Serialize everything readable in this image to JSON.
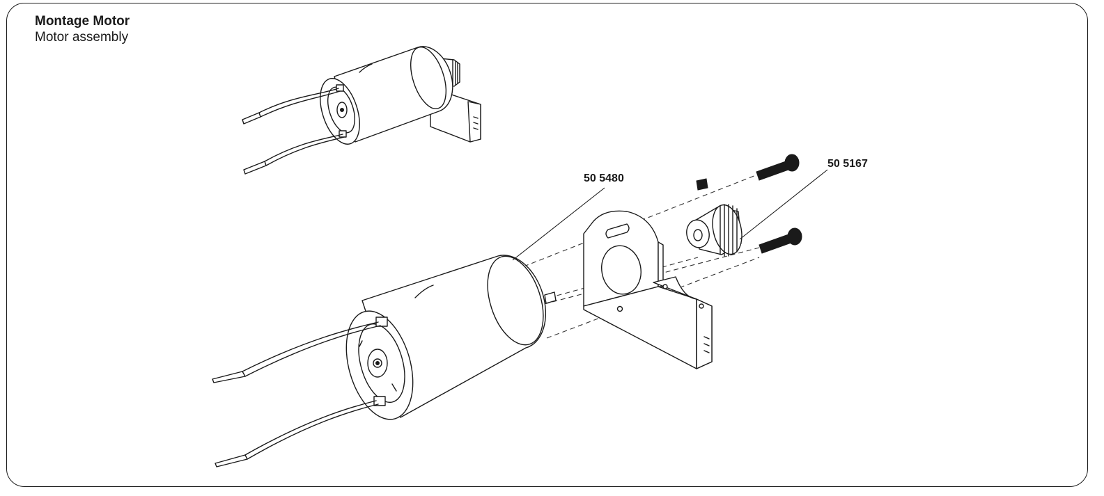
{
  "title": {
    "main": "Montage Motor",
    "sub": "Motor assembly"
  },
  "parts": [
    {
      "number": "50 5480"
    },
    {
      "number": "50 5167"
    }
  ]
}
